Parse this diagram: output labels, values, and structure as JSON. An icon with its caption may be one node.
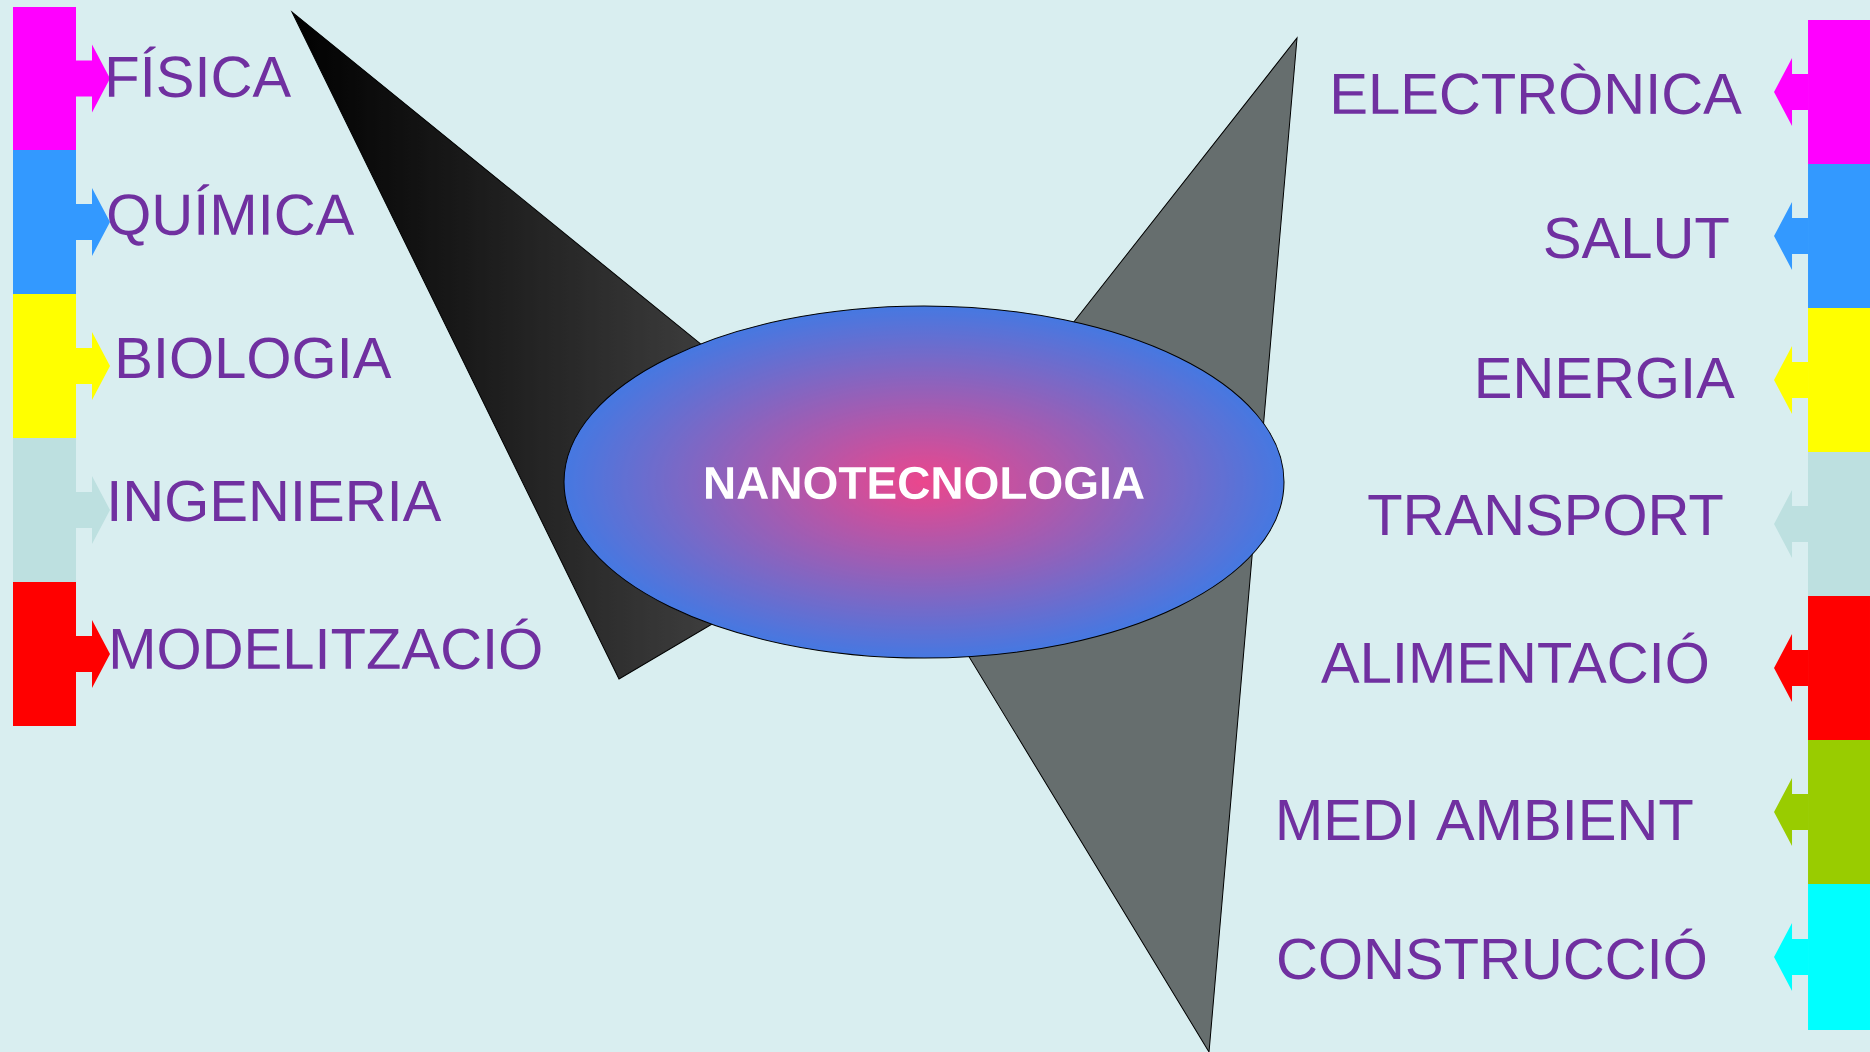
{
  "diagram": {
    "nodes": [
      {
        "text": [
          "NANOTECNOLOGIA"
        ]
      },
      {
        "text": [
          "FÍSICA"
        ]
      },
      {
        "text": [
          "QUÍMICA"
        ]
      },
      {
        "text": [
          "BIOLOGIA"
        ]
      },
      {
        "text": [
          "INGENIERIA"
        ]
      },
      {
        "text": [
          "MODELITZACIÓ"
        ]
      },
      {
        "text": [
          "ELECTRÒNICA"
        ]
      },
      {
        "text": [
          "SALUT"
        ]
      },
      {
        "text": [
          "ENERGIA"
        ]
      },
      {
        "text": [
          "TRANSPORT"
        ]
      },
      {
        "text": [
          "ALIMENTACIÓ"
        ]
      },
      {
        "text": [
          "MEDI AMBIENT"
        ]
      },
      {
        "text": [
          "CONSTRUCCIÓ"
        ]
      }
    ]
  }
}
